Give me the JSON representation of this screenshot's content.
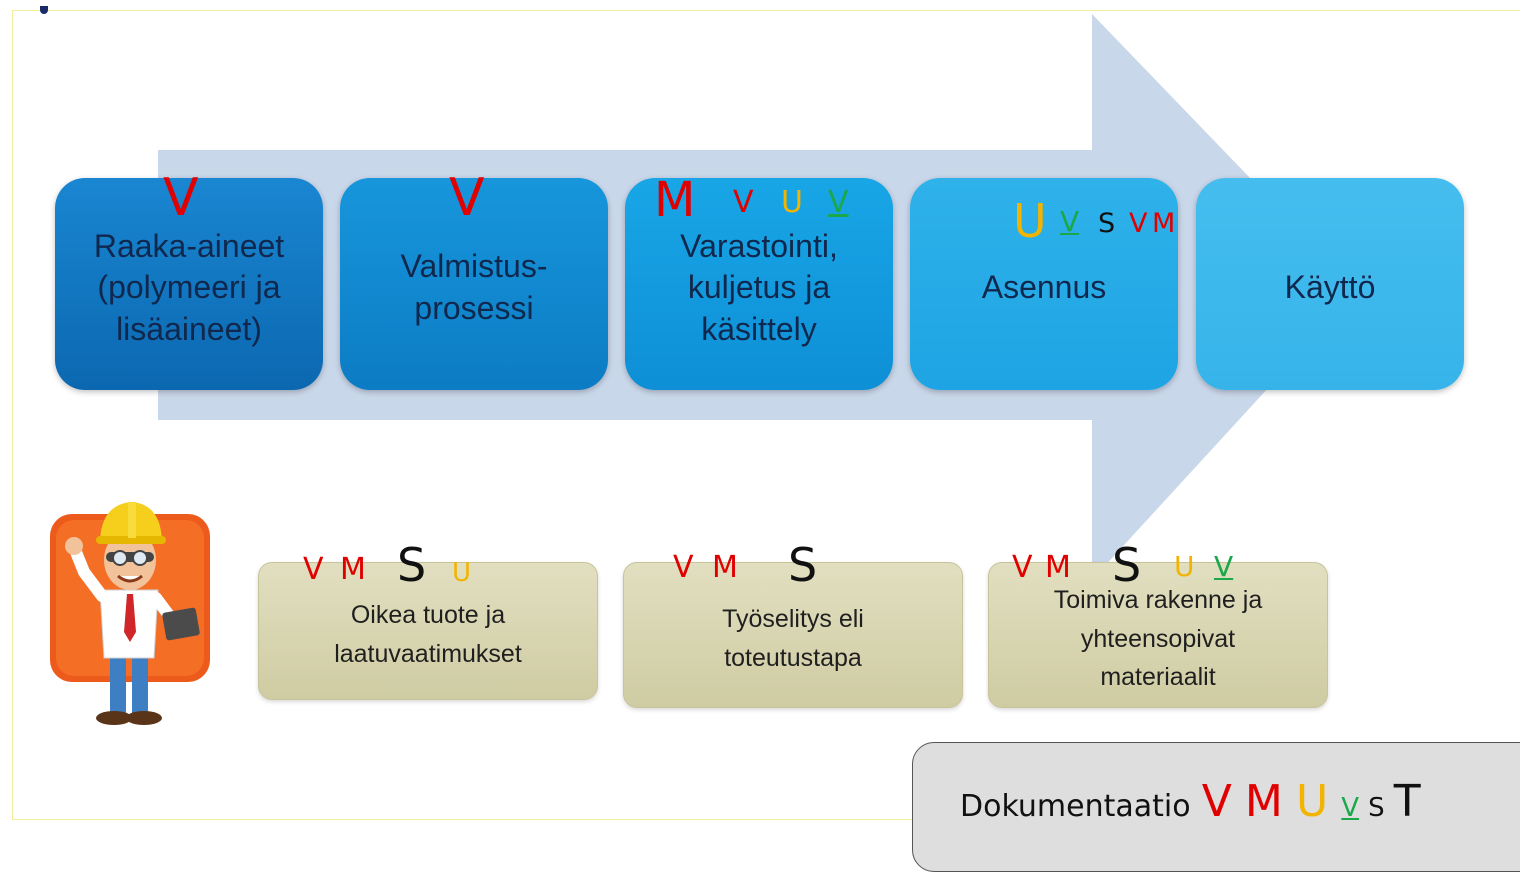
{
  "colors": {
    "red": "#e00000",
    "orange": "#f2b400",
    "green": "#1aa84a",
    "dark": "#222222"
  },
  "steps": [
    {
      "label": "Raaka-aineet\n(polymeeri ja\nlisäaineet)"
    },
    {
      "label": "Valmistus-\nprosessi"
    },
    {
      "label": "Varastointi,\nkuljetus ja\nkäsittely"
    },
    {
      "label": "Asennus"
    },
    {
      "label": "Käyttö"
    }
  ],
  "requirements": [
    {
      "label": "Oikea tuote ja\nlaatuvaatimukset"
    },
    {
      "label": "Työselitys eli\ntoteutustapa"
    },
    {
      "label": "Toimiva rakenne ja\nyhteensopivat\nmateriaalit"
    }
  ],
  "marks": {
    "step1": [
      "V"
    ],
    "step2": [
      "V"
    ],
    "step3": [
      "M",
      "V",
      "U",
      "V"
    ],
    "step4": [
      "U",
      "V",
      "S",
      "V",
      "M"
    ],
    "req1": [
      "V",
      "M",
      "S",
      "U"
    ],
    "req2": [
      "V",
      "M",
      "S"
    ],
    "req3": [
      "V",
      "M",
      "S",
      "U",
      "V"
    ]
  },
  "documentation": {
    "label": "Dokumentaatio",
    "marks": [
      "V",
      "M",
      "U",
      "V",
      "S",
      "T"
    ]
  },
  "icons": {
    "engineer": "engineer-waving-icon"
  }
}
